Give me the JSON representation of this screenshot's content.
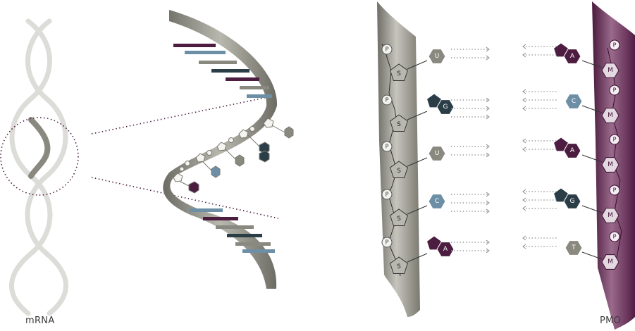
{
  "labels": {
    "left": "mRNA",
    "right": "PMO"
  },
  "mrna_bases": [
    "U",
    "G",
    "U",
    "C",
    "A"
  ],
  "pmo_bases": [
    "A",
    "C",
    "A",
    "G",
    "T"
  ],
  "backbone": {
    "phosphate": "P",
    "sugar": "S",
    "morpholino": "M"
  },
  "colors": {
    "U": "#8a897f",
    "T": "#8a897f",
    "G": "#2b3d47",
    "C": "#6d8fa6",
    "A": "#4c1d40",
    "rna_strand": "#8f8e84",
    "pmo_strand": "#5a2149",
    "guide": "#4c1d40",
    "dots": "#8a8a8a"
  }
}
